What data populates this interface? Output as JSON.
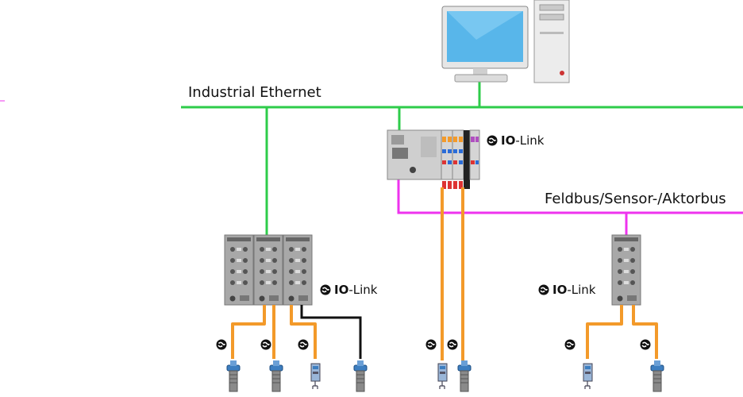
{
  "buses": {
    "industrial_ethernet": "Industrial Ethernet",
    "fieldbus": "Feldbus/Sensor-/Aktorbus"
  },
  "iolink": {
    "bold": "IO",
    "rest": "-Link"
  },
  "colors": {
    "ethernet": "#2ecc4a",
    "fieldbus": "#ee33ee",
    "iolink_cable": "#f39a2a",
    "standard_cable": "#111111",
    "module_body": "#aaaaaa",
    "monitor_screen": "#58b6ea",
    "sensor_blue": "#3d7ec0"
  },
  "icons": [
    "monitor-icon",
    "pc-tower-icon",
    "plc-controller-icon",
    "io-module-icon",
    "iolink-logo-icon",
    "proximity-sensor-icon",
    "optical-sensor-icon"
  ]
}
